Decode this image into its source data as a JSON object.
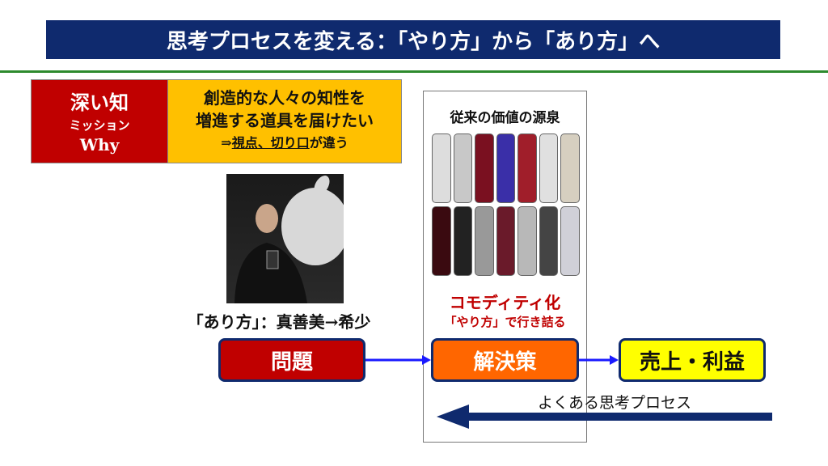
{
  "title": "思考プロセスを変える：「やり方」から「あり方」へ",
  "why_box": {
    "line1": "深い知",
    "line2": "ミッション",
    "line3": "Why"
  },
  "mission_box": {
    "line1": "創造的な人々の知性を",
    "line2": "増進する道具を届けたい",
    "line3_prefix": "⇒",
    "line3_underlined": "視点、切り口",
    "line3_suffix": "が違う"
  },
  "caption": "「あり方」：真善美→希少",
  "panel": {
    "title": "従来の価値の源泉",
    "commoditization": "コモディティ化",
    "stuck": "「やり方」で行き詰る"
  },
  "flow": {
    "problem": "問題",
    "solution": "解決策",
    "result": "売上・利益"
  },
  "common_process": "よくある思考プロセス",
  "colors": {
    "navy": "#0f2a6e",
    "red": "#c00000",
    "orange": "#ff6600",
    "yellow": "#ffff00",
    "gold": "#ffc000",
    "green": "#2d8a2d",
    "arrow_blue": "#1a1aff"
  }
}
